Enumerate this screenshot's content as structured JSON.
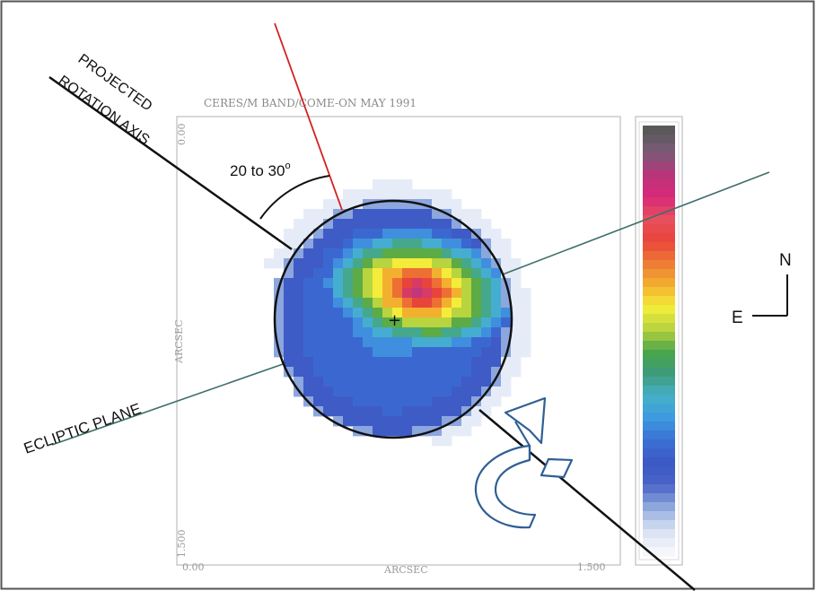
{
  "figure": {
    "title": "CERES/M BAND/COME-ON MAY 1991",
    "x_axis_label": "ARCSEC",
    "y_axis_label": "ARCSEC",
    "x_tick_start": "0.00",
    "x_tick_end": "1.500",
    "y_tick_top": "0.00",
    "y_tick_bottom": "1.500"
  },
  "annotations": {
    "rotation_axis_line1": "PROJECTED",
    "rotation_axis_line2": "ROTATION AXIS",
    "angle_base": "20 to 30",
    "angle_unit": "o",
    "ecliptic_plane": "ECLIPTIC PLANE",
    "center_marker": "+"
  },
  "compass": {
    "north": "N",
    "east": "E"
  },
  "colors": {
    "rotation_axis": "#111111",
    "normal_line": "#d42020",
    "ecliptic": "#3e6e6a",
    "rotation_arrow": "#2f5f96",
    "colorbar_top": "#5a5a5a",
    "colorbar_bottom": "#e8eef8"
  },
  "colorbar_stops": [
    "#595959",
    "#7a5a78",
    "#b8357a",
    "#d8287a",
    "#e84f5e",
    "#e9453a",
    "#ee7a35",
    "#f3b02f",
    "#f3ee3a",
    "#b7d23f",
    "#4aa54a",
    "#3c9b7a",
    "#45b0c9",
    "#3e9ae0",
    "#3a6fd4",
    "#3b59c4",
    "#4a65c8",
    "#8ea8dc",
    "#d6e0f2",
    "#f4f6fb"
  ]
}
